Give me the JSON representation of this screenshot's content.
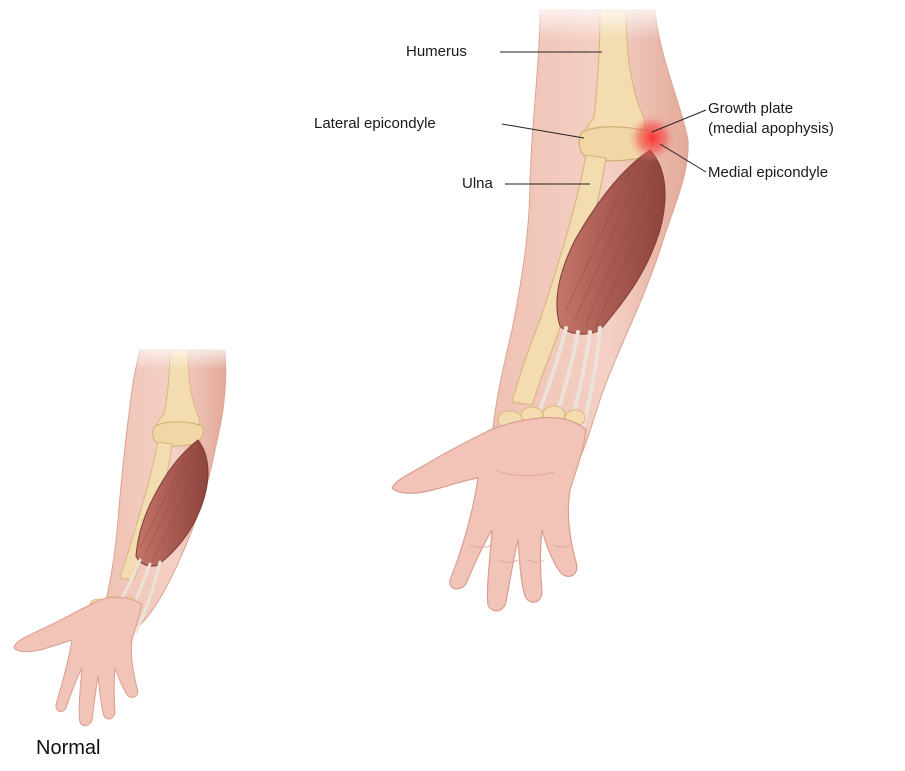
{
  "labels": {
    "humerus": "Humerus",
    "lateral_epicondyle": "Lateral epicondyle",
    "ulna": "Ulna",
    "growth_plate_line1": "Growth plate",
    "growth_plate_line2": "(medial apophysis)",
    "medial_epicondyle": "Medial epicondyle"
  },
  "caption": "Normal",
  "colors": {
    "skin": "#f2c9bc",
    "skin_shadow": "#e3aa9a",
    "bone": "#f3dcb0",
    "bone_edge": "#d9b77f",
    "muscle": "#b5645a",
    "muscle_dark": "#8f4640",
    "tendon": "#eee5dc",
    "inflammation": "#e8343a"
  }
}
